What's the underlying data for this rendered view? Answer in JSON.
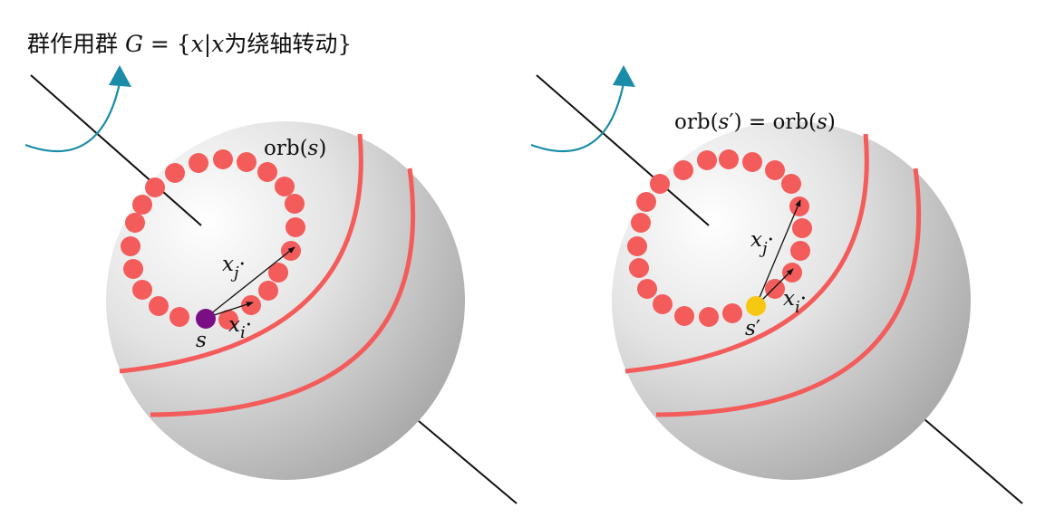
{
  "title": {
    "prefix": "群作用群 ",
    "G": "G",
    "eq": " = {",
    "x1": "x",
    "bar": "|",
    "x2": "x",
    "suffix": "为绕轴转动}"
  },
  "left": {
    "orb_label": {
      "orb": "orb(",
      "s": "s",
      "close": ")"
    },
    "point_label": "s",
    "xj": {
      "x": "x",
      "sub": "j",
      "dot": "·"
    },
    "xi": {
      "x": "x",
      "sub": "i",
      "dot": "·"
    }
  },
  "right": {
    "orb_label": {
      "orb1": "orb(",
      "s1": "s",
      "prime": "′",
      "close1": ")",
      "eq": " = ",
      "orb2": "orb(",
      "s2": "s",
      "close2": ")"
    },
    "point_label": {
      "s": "s",
      "prime": "′"
    },
    "xj": {
      "x": "x",
      "sub": "j",
      "dot": "·"
    },
    "xi": {
      "x": "x",
      "sub": "i",
      "dot": "·"
    }
  },
  "colors": {
    "orbit": "#f45b5b",
    "arrow": "#1a8ca8",
    "point_s": "#7a0f84",
    "point_s_prime": "#f7c812"
  }
}
